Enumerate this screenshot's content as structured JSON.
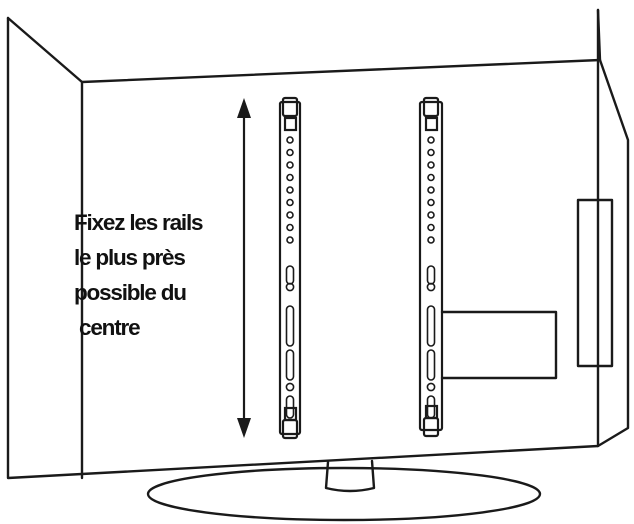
{
  "instruction": {
    "lines": [
      "Fixez les rails",
      "le plus près",
      "possible du",
      " centre"
    ]
  },
  "colors": {
    "line": "#1a1a1a",
    "background": "#ffffff"
  }
}
